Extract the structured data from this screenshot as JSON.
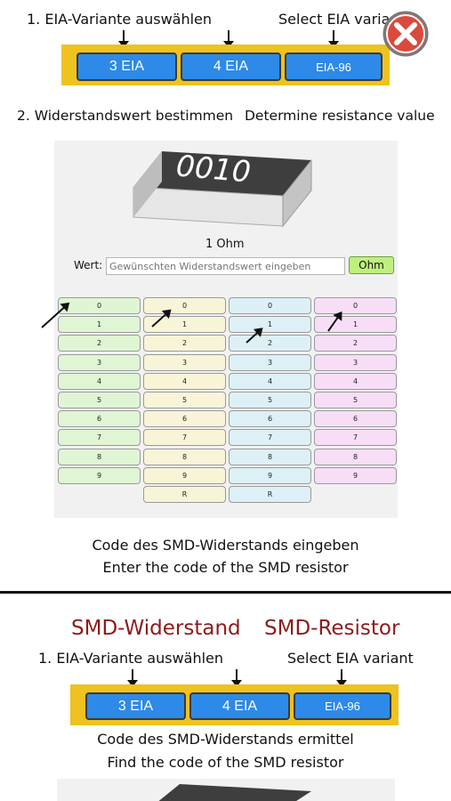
{
  "top": {
    "step1_de": "1. EIA-Variante auswählen",
    "step1_en": "Select EIA varia",
    "buttons": [
      "3 EIA",
      "4 EIA",
      "EIA-96"
    ]
  },
  "step2": {
    "de": "2. Widerstandswert bestimmen",
    "en": "Determine resistance value"
  },
  "resistor": {
    "code": "0010",
    "value_label": "1 Ohm",
    "wert_label": "Wert:",
    "input_placeholder": "Gewünschten Widerstandswert eingeben",
    "unit_button": "Ohm"
  },
  "digit_columns": [
    [
      "0",
      "1",
      "2",
      "3",
      "4",
      "5",
      "6",
      "7",
      "8",
      "9"
    ],
    [
      "0",
      "1",
      "2",
      "3",
      "4",
      "5",
      "6",
      "7",
      "8",
      "9",
      "R"
    ],
    [
      "0",
      "1",
      "2",
      "3",
      "4",
      "5",
      "6",
      "7",
      "8",
      "9",
      "R"
    ],
    [
      "0",
      "1",
      "2",
      "3",
      "4",
      "5",
      "6",
      "7",
      "8",
      "9"
    ]
  ],
  "caption1": {
    "de": "Code des SMD-Widerstands eingeben",
    "en": "Enter the code of the SMD resistor"
  },
  "section2": {
    "title_de": "SMD-Widerstand",
    "title_en": "SMD-Resistor",
    "step1_de": "1. EIA-Variante auswählen",
    "step1_en": "Select EIA variant",
    "buttons": [
      "3 EIA",
      "4 EIA",
      "EIA-96"
    ],
    "caption_de": "Code des SMD-Widerstands ermittel",
    "caption_en": "Find the code of the SMD resistor"
  },
  "colors": {
    "bar": "#eec21f",
    "button": "#2d8ae8",
    "close": "#d94a3d",
    "title_red": "#8e1b1b"
  },
  "icons": [
    "close-icon",
    "arrow-down-icon",
    "arrow-diagonal-icon"
  ]
}
